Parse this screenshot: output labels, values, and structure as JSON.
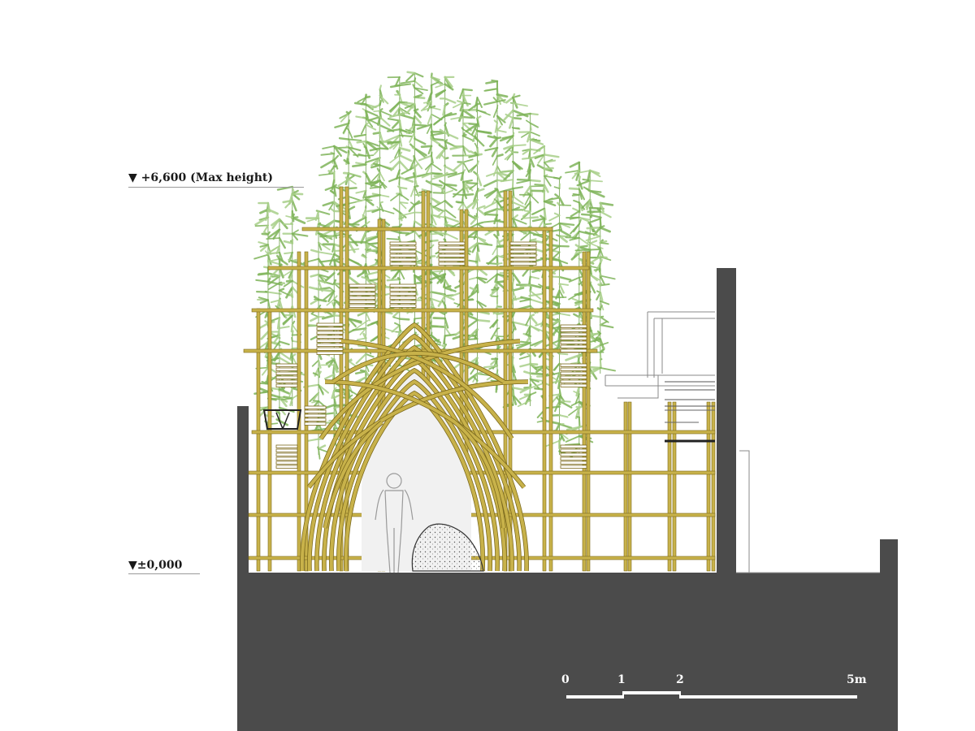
{
  "levels": {
    "max": {
      "text": "▼ +6,600 (Max height)"
    },
    "ground": {
      "text": "▼±0,000"
    }
  },
  "scale_bar": {
    "ticks": [
      "0",
      "1",
      "2",
      "5m"
    ]
  },
  "colors": {
    "ground": "#4b4b4b",
    "bamboo_frame": "#c8b24a",
    "bamboo_outline": "#7c6a1d",
    "foliage": "#7fb45a",
    "foliage_light": "#a9d08a",
    "scale_bar": "#ffffff",
    "line": "#8a8a8a"
  },
  "icons": [
    "level-marker-icon",
    "person-silhouette-icon",
    "rock-icon"
  ]
}
